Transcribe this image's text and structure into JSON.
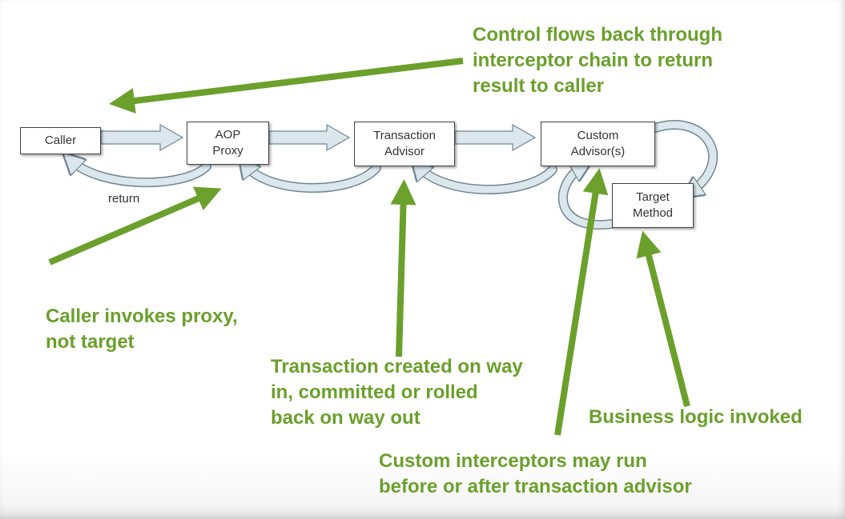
{
  "nodes": {
    "caller": "Caller",
    "aop_proxy": "AOP\nProxy",
    "transaction_advisor": "Transaction\nAdvisor",
    "custom_advisors": "Custom\nAdvisor(s)",
    "target_method": "Target\nMethod"
  },
  "labels": {
    "return": "return"
  },
  "annotations": {
    "control_flows_back": "Control flows back through\ninterceptor chain to return\nresult to caller",
    "caller_invokes_proxy": "Caller invokes proxy,\nnot target",
    "transaction_created": "Transaction created on way\nin, committed or rolled\nback on way out",
    "business_logic": "Business logic invoked",
    "custom_interceptors": "Custom interceptors may run\nbefore or after transaction advisor"
  },
  "colors": {
    "annotation_green": "#6aa02b",
    "flow_arrow_fill": "#dbe7ec",
    "flow_arrow_stroke": "#6f8792",
    "box_border": "#444444"
  }
}
